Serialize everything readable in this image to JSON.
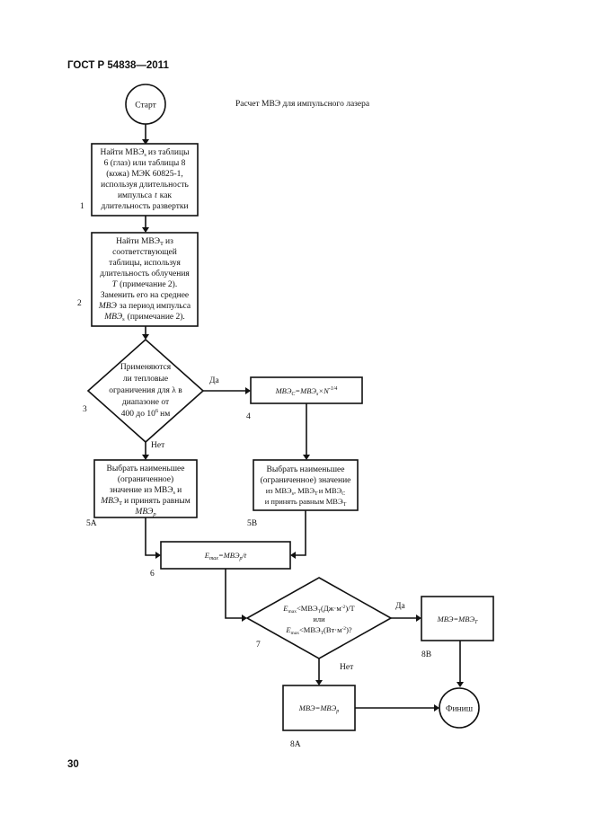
{
  "header": "ГОСТ Р 54838—2011",
  "page_number": "30",
  "title": "Расчет МВЭ для импульсного лазера",
  "nodes": {
    "start": "Старт",
    "box1": {
      "lines": [
        "Найти МВЭ",
        "из таблицы",
        "6 (глаз) или таблицы 8",
        "(кожа) МЭК 60825-1,",
        "используя длительность",
        "импульса",
        "как",
        "длительность развертки"
      ],
      "sub": "s",
      "t": "t",
      "num": "1"
    },
    "box2": {
      "lines": [
        "Найти МВЭ",
        "из",
        "соответствующей",
        "таблицы, используя",
        "длительность облучения",
        "(примечание 2).",
        "Заменить его на среднее",
        "МВЭ",
        "за период импульса",
        "МВЭ",
        "(примечание 2)."
      ],
      "sub_T": "T",
      "sub_s": "s",
      "T": "T",
      "num": "2"
    },
    "diamond3": {
      "lines": [
        "Применяются",
        "ли тепловые",
        "ограничения для λ в",
        "диапазоне от",
        "400 до 10",
        "нм"
      ],
      "sup": "6",
      "num": "3"
    },
    "box4": {
      "main": "МВЭ",
      "sub1": "C",
      "eq": "=МВЭ",
      "sub2": "s",
      "mul": "×N",
      "sup": "-1/4",
      "num": "4"
    },
    "box5A": {
      "lines": [
        "Выбрать наименьшее",
        "(ограниченное)",
        "значение из МВЭ",
        "и",
        "МВЭ",
        "и принять равным",
        "МВЭ"
      ],
      "sub_s": "s",
      "sub_T": "T",
      "sub_p": "p",
      "num": "5А"
    },
    "box5B": {
      "lines": [
        "Выбрать наименьшее",
        "(ограниченное) значение",
        "из МВЭ",
        ", МВЭ",
        "и МВЭ",
        "и принять равным МВЭ"
      ],
      "sub_s": "s",
      "sub_T": "T",
      "sub_C": "C",
      "sub_T2": "T",
      "num": "5В"
    },
    "box6": {
      "E": "E",
      "sub": "max",
      "rest": "=МВЭ",
      "sub2": "p",
      "tail": "/t",
      "num": "6"
    },
    "diamond7": {
      "l1a": "E",
      "l1sub": "max",
      "l1b": "<МВЭ",
      "l1sub2": "T",
      "l1c": "(Дж·м",
      "l1sup": "-2",
      "l1d": ")/T",
      "or": "или",
      "l3a": "E",
      "l3sub": "max",
      "l3b": "<МВЭ",
      "l3sub2": "T",
      "l3c": "(Вт·м",
      "l3sup": "-2",
      "l3d": ")?",
      "num": "7"
    },
    "box8A": {
      "main": "МВЭ=МВЭ",
      "sub": "p",
      "num": "8А"
    },
    "box8B": {
      "main": "МВЭ=МВЭ",
      "sub": "T",
      "num": "8В"
    },
    "finish": "Финиш"
  },
  "edges": {
    "yes": "Да",
    "no": "Нет"
  }
}
